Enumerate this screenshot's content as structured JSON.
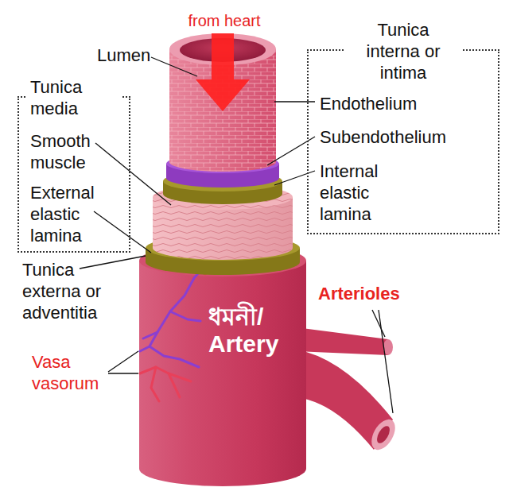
{
  "diagram": {
    "nodes": [
      {
        "text": [
          "Tunica interna or intima",
          "Endothelium",
          "Subendothelium",
          "Internal elastic lamina"
        ]
      },
      {
        "text": [
          "Tunica media",
          "Smooth muscle",
          "External elastic lamina"
        ]
      }
    ],
    "labels": [
      "from heart",
      "Lumen",
      "Tunica externa or adventitia",
      "Vasa vasorum",
      "ধমনী/ Artery",
      "Arterioles"
    ]
  }
}
